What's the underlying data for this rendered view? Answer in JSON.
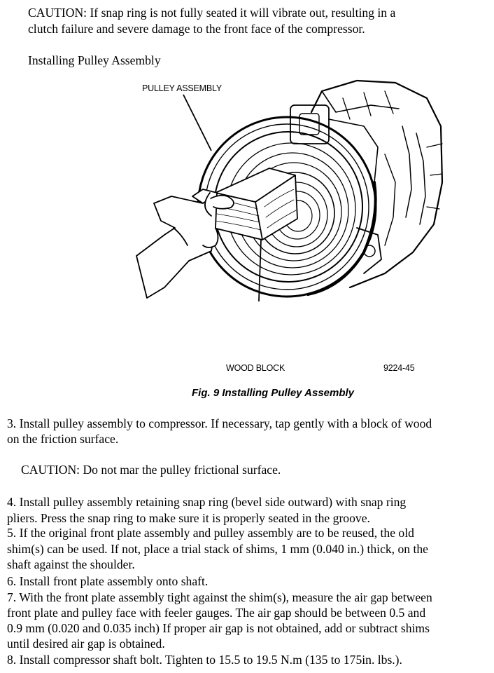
{
  "caution1": {
    "line1": "CAUTION: If snap ring is not fully seated it will vibrate out, resulting in a",
    "line2": "clutch failure and severe damage to the front face of the compressor."
  },
  "section_heading": "Installing Pulley Assembly",
  "figure": {
    "label_pulley": "PULLEY ASSEMBLY",
    "label_wood": "WOOD BLOCK",
    "figure_id": "9224-45",
    "caption": "Fig. 9 Installing Pulley Assembly"
  },
  "steps": {
    "s3": [
      "3. Install pulley assembly to compressor. If necessary, tap gently with a block of wood",
      "on the friction surface."
    ],
    "caution2": "CAUTION: Do not mar the pulley frictional surface.",
    "s4": [
      " 4. Install pulley assembly retaining snap ring (bevel side outward) with snap ring",
      "pliers. Press the snap ring to make sure it is properly seated in the groove."
    ],
    "s5": [
      " 5. If the original front plate assembly and pulley assembly are to be reused, the old",
      "shim(s) can be used. If not, place a trial stack of shims, 1 mm (0.040 in.) thick, on the",
      "shaft against the shoulder."
    ],
    "s6": [
      " 6. Install front plate assembly onto shaft."
    ],
    "s7": [
      " 7. With the front plate assembly tight against the shim(s), measure the air gap between",
      "front plate and pulley face with feeler gauges. The air gap should be between 0.5 and",
      "0.9 mm (0.020 and 0.035 inch) If proper air gap is not obtained, add or subtract shims",
      "until desired air gap is obtained."
    ],
    "s8": [
      " 8. Install compressor shaft bolt. Tighten to 15.5 to 19.5 N.m (135 to 175in. lbs.)."
    ]
  }
}
